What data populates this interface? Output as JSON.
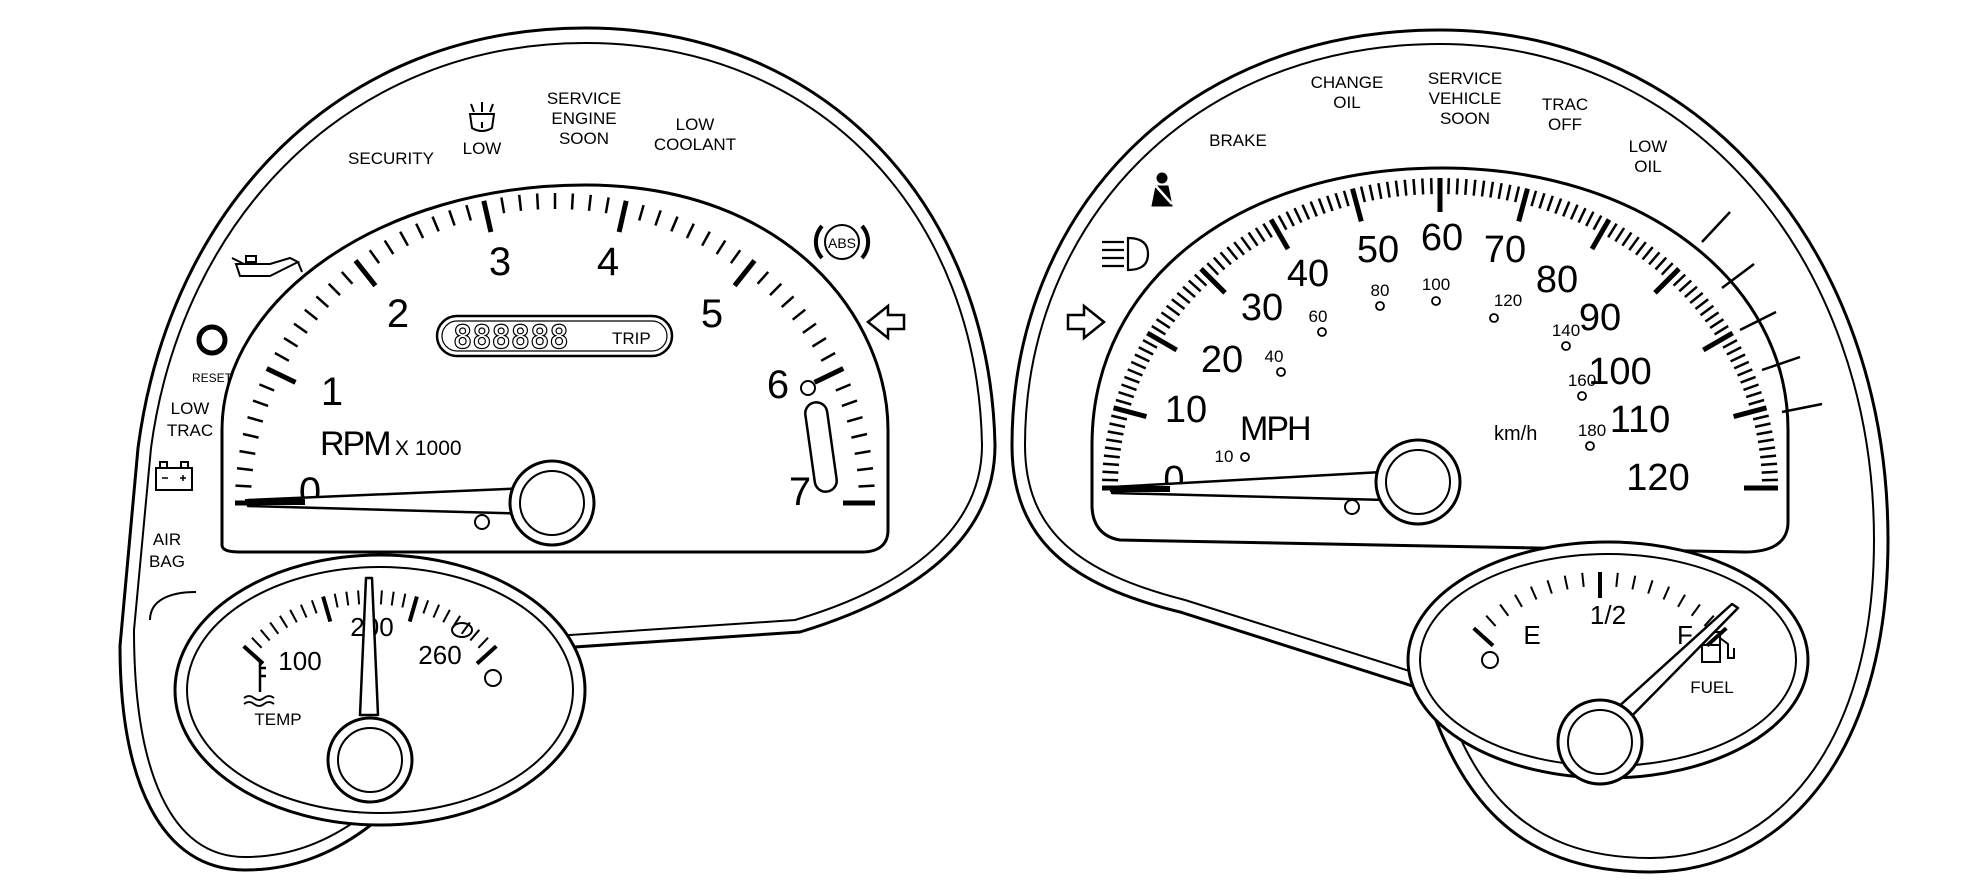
{
  "tachometer": {
    "numerals": [
      "0",
      "1",
      "2",
      "3",
      "4",
      "5",
      "6",
      "7"
    ],
    "unit_label": "RPM",
    "multiplier_label": "X 1000",
    "odometer_digits": "888888",
    "trip_label": "TRIP"
  },
  "speedometer": {
    "mph_numerals": [
      "0",
      "10",
      "20",
      "30",
      "40",
      "50",
      "60",
      "70",
      "80",
      "90",
      "100",
      "110",
      "120"
    ],
    "kmh_numerals": [
      "10",
      "40",
      "60",
      "80",
      "100",
      "120",
      "140",
      "160",
      "180"
    ],
    "mph_label": "MPH",
    "kmh_label": "km/h"
  },
  "temp_gauge": {
    "numerals": [
      "100",
      "200",
      "260"
    ],
    "label": "TEMP"
  },
  "fuel_gauge": {
    "empty_label": "E",
    "half_label": "1/2",
    "full_label": "F",
    "label": "FUEL"
  },
  "indicators": {
    "security": "SECURITY",
    "washer_low": "LOW",
    "service_engine_soon": [
      "SERVICE",
      "ENGINE",
      "SOON"
    ],
    "low_coolant": [
      "LOW",
      "COOLANT"
    ],
    "reset": "RESET",
    "low_trac": [
      "LOW",
      "TRAC"
    ],
    "air_bag": [
      "AIR",
      "BAG"
    ],
    "abs": "ABS",
    "brake": "BRAKE",
    "change_oil": [
      "CHANGE",
      "OIL"
    ],
    "service_vehicle_soon": [
      "SERVICE",
      "VEHICLE",
      "SOON"
    ],
    "trac_off": [
      "TRAC",
      "OFF"
    ],
    "low_oil": [
      "LOW",
      "OIL"
    ]
  },
  "icons": [
    "oil-can-icon",
    "washer-fluid-icon",
    "battery-icon",
    "abs-icon",
    "left-turn-arrow-icon",
    "right-turn-arrow-icon",
    "seatbelt-icon",
    "headlamp-icon",
    "thermometer-icon",
    "fuel-pump-icon",
    "reset-button-icon"
  ]
}
